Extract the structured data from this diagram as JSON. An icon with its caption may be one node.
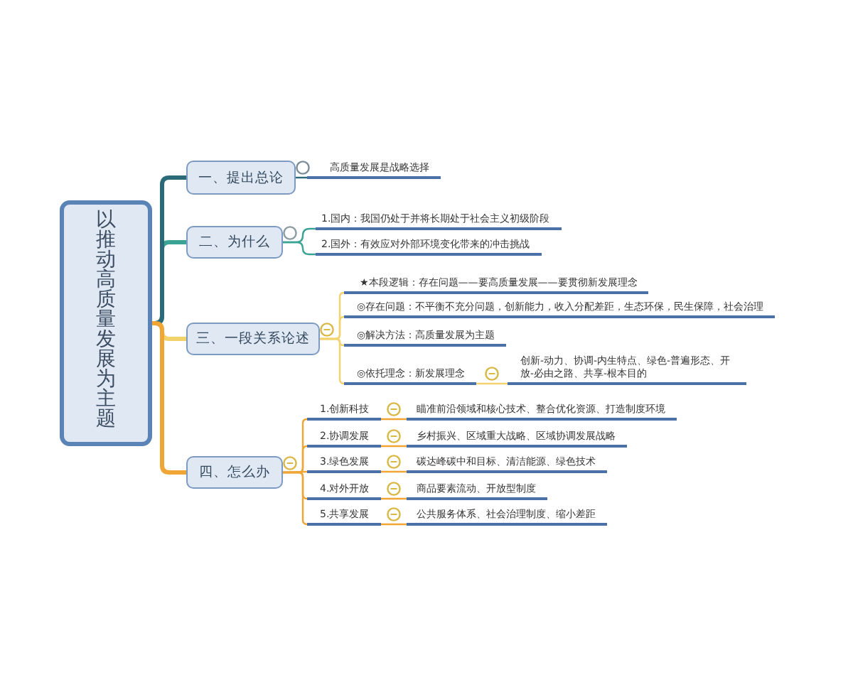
{
  "diagram": {
    "nodes": [
      {
        "text": [
          "以推动高质量发展为主题"
        ]
      },
      {
        "text": [
          "一、提出总论"
        ]
      },
      {
        "text": [
          "高质量发展是战略选择"
        ]
      },
      {
        "text": [
          "二、为什么"
        ]
      },
      {
        "text": [
          "1.国内：我国仍处于并将长期处于社会主义初级阶段"
        ]
      },
      {
        "text": [
          "2.国外：有效应对外部环境变化带来的冲击挑战"
        ]
      },
      {
        "text": [
          "三、一段关系论述"
        ]
      },
      {
        "text": [
          "★本段逻辑：存在问题——要高质量发展——要贯彻新发展理念"
        ]
      },
      {
        "text": [
          "◎存在问题：不平衡不充分问题，创新能力，收入分配差距，生态环保，民生保障，社会治理"
        ]
      },
      {
        "text": [
          "◎解决方法：高质量发展为主题"
        ]
      },
      {
        "text": [
          "◎依托理念：新发展理念"
        ]
      },
      {
        "text": [
          "创新-动力、协调-内生特点、绿色-普遍形态、开放-必由之路、共享-根本目的"
        ]
      },
      {
        "text": [
          "四、怎么办"
        ]
      },
      {
        "text": [
          "1.创新科技"
        ]
      },
      {
        "text": [
          "瞄准前沿领域和核心技术、整合优化资源、打造制度环境"
        ]
      },
      {
        "text": [
          "2.协调发展"
        ]
      },
      {
        "text": [
          "乡村振兴、区域重大战略、区域协调发展战略"
        ]
      },
      {
        "text": [
          "3.绿色发展"
        ]
      },
      {
        "text": [
          "碳达峰碳中和目标、清洁能源、绿色技术"
        ]
      },
      {
        "text": [
          "4.对外开放"
        ]
      },
      {
        "text": [
          "商品要素流动、开放型制度"
        ]
      },
      {
        "text": [
          "5.共享发展"
        ]
      },
      {
        "text": [
          "公共服务体系、社会治理制度、缩小差距"
        ]
      }
    ],
    "edges": [
      {
        "from": 0,
        "to": 1,
        "arrow": "none",
        "style": "thick",
        "color": "#2b6a78"
      },
      {
        "from": 1,
        "to": 2,
        "arrow": "none",
        "color": "#2b6a78"
      },
      {
        "from": 0,
        "to": 3,
        "arrow": "none",
        "style": "thick",
        "color": "#3aa394"
      },
      {
        "from": 3,
        "to": 4,
        "arrow": "none",
        "color": "#3aa394"
      },
      {
        "from": 3,
        "to": 5,
        "arrow": "none",
        "color": "#3aa394"
      },
      {
        "from": 0,
        "to": 6,
        "arrow": "none",
        "style": "thick",
        "color": "#f2d36b"
      },
      {
        "from": 6,
        "to": 7,
        "arrow": "none",
        "color": "#f2d36b"
      },
      {
        "from": 6,
        "to": 8,
        "arrow": "none",
        "color": "#f2d36b"
      },
      {
        "from": 6,
        "to": 9,
        "arrow": "none",
        "color": "#f2d36b"
      },
      {
        "from": 6,
        "to": 10,
        "arrow": "none",
        "color": "#f2d36b"
      },
      {
        "from": 10,
        "to": 11,
        "arrow": "none",
        "color": "#f2d36b"
      },
      {
        "from": 0,
        "to": 12,
        "arrow": "none",
        "style": "thick"
      },
      {
        "from": 12,
        "to": 13,
        "arrow": "none"
      },
      {
        "from": 12,
        "to": 15,
        "arrow": "none"
      },
      {
        "from": 12,
        "to": 17,
        "arrow": "none"
      },
      {
        "from": 12,
        "to": 19,
        "arrow": "none"
      },
      {
        "from": 12,
        "to": 21,
        "arrow": "none"
      },
      {
        "from": 13,
        "to": 14,
        "arrow": "none"
      },
      {
        "from": 15,
        "to": 16,
        "arrow": "none"
      },
      {
        "from": 17,
        "to": 18,
        "arrow": "none"
      },
      {
        "from": 19,
        "to": 20,
        "arrow": "none"
      },
      {
        "from": 21,
        "to": 22,
        "arrow": "none"
      }
    ]
  }
}
